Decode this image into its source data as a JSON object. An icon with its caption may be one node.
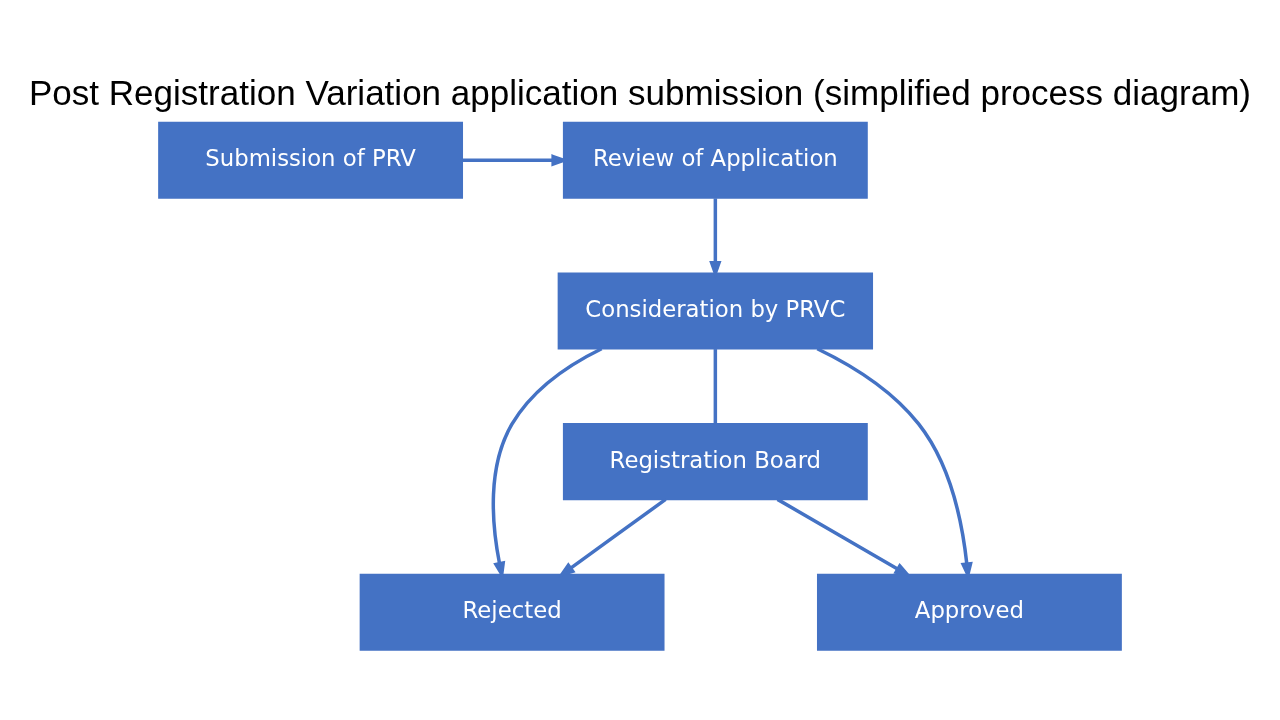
{
  "diagram": {
    "title": "Post Registration Variation application submission (simplified process diagram)",
    "nodes": [
      {
        "text": [
          "Submission of PRV"
        ]
      },
      {
        "text": [
          "Review of Application"
        ]
      },
      {
        "text": [
          "Consideration by PRVC"
        ]
      },
      {
        "text": [
          "Registration Board"
        ]
      },
      {
        "text": [
          "Rejected"
        ]
      },
      {
        "text": [
          "Approved"
        ]
      }
    ],
    "edges": [
      {
        "from": 0,
        "to": 1,
        "arrow": "to"
      },
      {
        "from": 1,
        "to": 2,
        "arrow": "to"
      },
      {
        "from": 2,
        "to": 3,
        "arrow": "none"
      },
      {
        "from": 2,
        "to": 4,
        "arrow": "to"
      },
      {
        "from": 2,
        "to": 5,
        "arrow": "to"
      },
      {
        "from": 3,
        "to": 4,
        "arrow": "to"
      },
      {
        "from": 3,
        "to": 5,
        "arrow": "to"
      }
    ]
  }
}
